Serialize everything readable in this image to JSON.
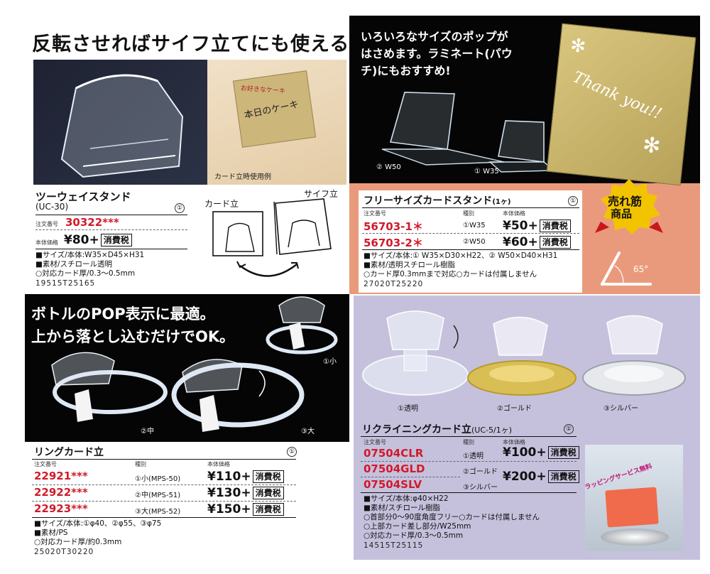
{
  "q1": {
    "headline": "反転させればサイフ立てにも使える!",
    "photo_caption": "カード立時使用例",
    "card_text_1": "お好きなケーキ",
    "card_text_2": "本日のケーキ",
    "title": "ツーウェイスタンド",
    "model": "(UC-30)",
    "circle": "①",
    "order_label": "注文番号",
    "order_no": "30322***",
    "price_label": "本体価格",
    "price": "¥80+",
    "tax": "消費税",
    "diagram_label_card": "カード立",
    "diagram_label_wallet": "サイフ立",
    "specs": [
      "■サイズ/本体:W35×D45×H31",
      "■素材/スチロール透明",
      "○対応カード厚/0.3～0.5mm"
    ],
    "code": "19515T25165"
  },
  "q2": {
    "headline": [
      "いろいろなサイズのポップが",
      "はさめます。ラミネート(パウ",
      "チ)にもおすすめ!"
    ],
    "card_text": "Thank you!!",
    "label_w50": "② W50",
    "label_w35": "① W35",
    "title": "フリーサイズカードスタンド",
    "title_unit": "(1ヶ)",
    "circle": "①",
    "col_order": "注文番号",
    "col_type": "種別",
    "col_price": "本体価格",
    "badge": [
      "売れ筋",
      "商品"
    ],
    "angle": "65°",
    "rows": [
      {
        "code": "56703-1＊",
        "type": "①W35",
        "price": "¥50+",
        "tax": "消費税"
      },
      {
        "code": "56703-2＊",
        "type": "②W50",
        "price": "¥60+",
        "tax": "消費税"
      }
    ],
    "specs": [
      "■サイズ/本体:① W35×D30×H22、② W50×D40×H31",
      "■素材/透明スチロール樹脂",
      "○カード厚0.3mmまで対応○カードは付属しません"
    ],
    "code": "27020T25220"
  },
  "q3": {
    "headline": [
      "ボトルのPOP表示に最適。",
      "上から落とし込むだけでOK。"
    ],
    "label_small": "①小",
    "label_mid": "②中",
    "label_large": "③大",
    "title": "リングカード立",
    "circle": "①",
    "col_order": "注文番号",
    "col_type": "種別",
    "col_price": "本体価格",
    "rows": [
      {
        "code": "22921***",
        "type": "①小(MPS-50)",
        "price": "¥110+",
        "tax": "消費税"
      },
      {
        "code": "22922***",
        "type": "②中(MPS-51)",
        "price": "¥130+",
        "tax": "消費税"
      },
      {
        "code": "22923***",
        "type": "③大(MPS-52)",
        "price": "¥150+",
        "tax": "消費税"
      }
    ],
    "specs": [
      "■サイズ/本体:①φ40、②φ55、③φ75",
      "■素材/PS",
      "○対応カード厚/約0.3mm"
    ],
    "code": "25020T30220"
  },
  "q4": {
    "label_clear": "①透明",
    "label_gold": "②ゴールド",
    "label_silver": "③シルバー",
    "title": "リクライニングカード立",
    "model": "(UC-5/1ヶ)",
    "circle": "①",
    "col_order": "注文番号",
    "col_type": "種別",
    "col_price": "本体価格",
    "rows": [
      {
        "code": "07504CLR",
        "type": "①透明",
        "price": "¥100+",
        "tax": "消費税"
      },
      {
        "code": "07504GLD",
        "type": "②ゴールド",
        "price": "¥200+",
        "tax": "消費税"
      },
      {
        "code": "07504SLV",
        "type": "③シルバー"
      }
    ],
    "photo_text": "ラッピングサービス無料",
    "specs": [
      "■サイズ/本体:φ40×H22",
      "■素材/スチロール樹脂",
      "○首部分0～90度角度フリー○カードは付属しません",
      "○上部カード差し部分/W25mm",
      "○対応カード厚/0.3～0.5mm"
    ],
    "code": "14515T25115"
  }
}
